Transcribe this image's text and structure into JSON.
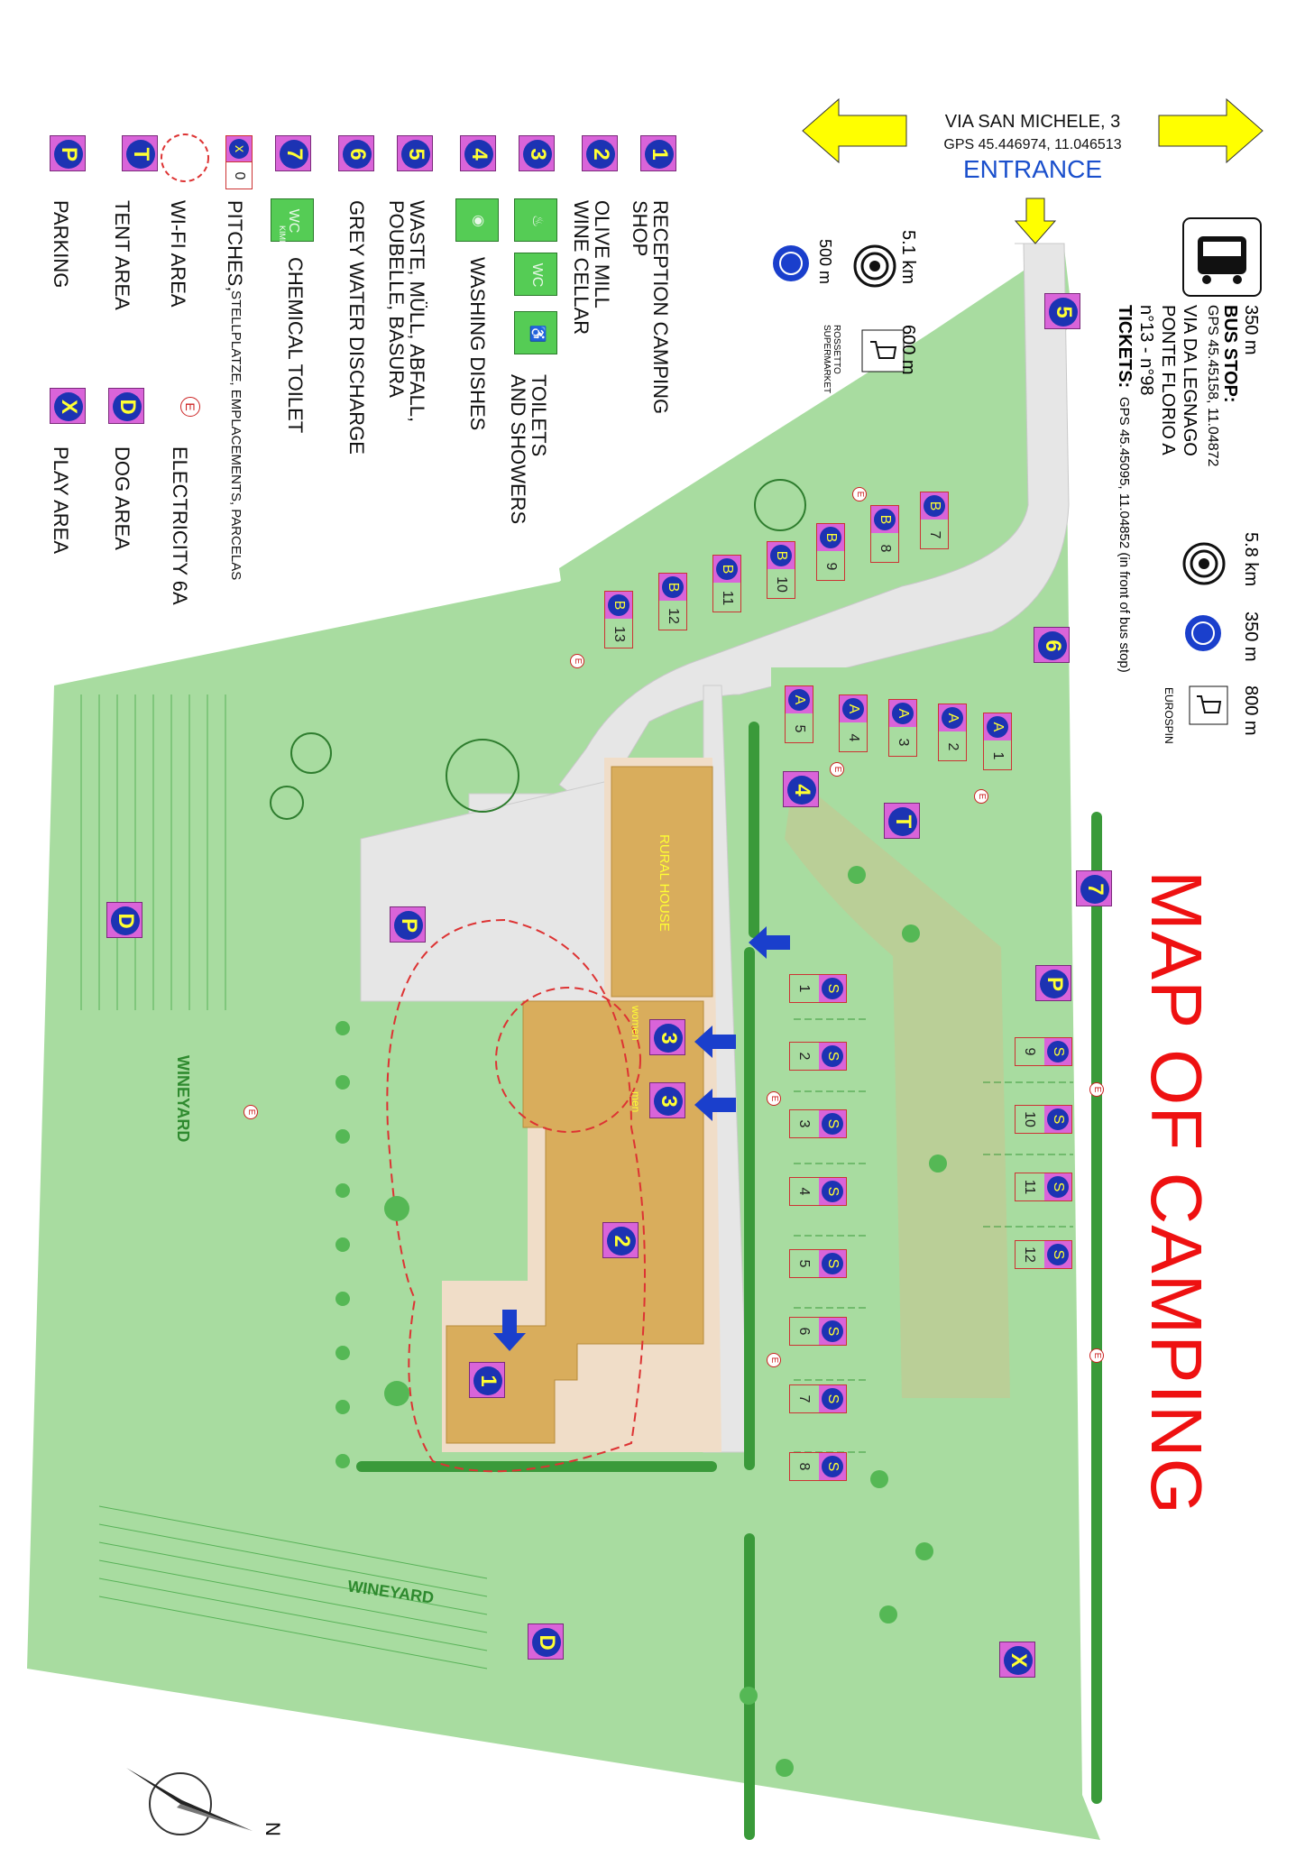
{
  "title": "MAP OF CAMPING",
  "address": {
    "street": "VIA SAN MICHELE, 3",
    "gps": "GPS 45.446974, 11.046513",
    "entrance": "ENTRANCE"
  },
  "bus": {
    "distance": "350 m",
    "stop_label": "BUS STOP:",
    "stop_gps": "GPS 45.45158, 11.04872",
    "stop_street": "VIA DA LEGNAGO",
    "stop_place": "PONTE FLORIO A",
    "lines": "n°13 - n°98",
    "tickets_label": "TICKETS:",
    "tickets_detail": "GPS 45.45095, 11.04852 (in front of bus stop)"
  },
  "distances_left": {
    "city_distance": "5.1 km",
    "bike_distance": "500 m",
    "shop_distance": "600 m",
    "shop_name": "ROSSETTO SUPERMARKET"
  },
  "distances_right": {
    "city_distance": "5.8 km",
    "bike_distance": "350 m",
    "shop_distance": "800 m",
    "shop_name": "EUROSPIN"
  },
  "legend": [
    {
      "symbol": "1",
      "label": "RECEPTION CAMPING",
      "label2": "SHOP"
    },
    {
      "symbol": "2",
      "label": "OLIVE MILL",
      "label2": "WINE CELLAR"
    },
    {
      "symbol": "3",
      "label": "TOILETS",
      "label2": "AND SHOWERS"
    },
    {
      "symbol": "4",
      "label": "WASHING DISHES",
      "label2": ""
    },
    {
      "symbol": "5",
      "label": "WASTE, MÜLL, ABFALL,",
      "label2": "POUBELLE, BASURA"
    },
    {
      "symbol": "6",
      "label": "GREY WATER DISCHARGE",
      "label2": ""
    },
    {
      "symbol": "7",
      "label": "CHEMICAL TOILET",
      "label2": ""
    },
    {
      "symbol": "",
      "label": "PITCHES,",
      "label2": "STELLPLATZE, EMPLACEMENTS, PARCELAS"
    },
    {
      "symbol": "",
      "label": "WI-FI AREA",
      "label2": ""
    },
    {
      "symbol": "T",
      "label": "TENT AREA",
      "label2": ""
    },
    {
      "symbol": "P",
      "label": "PARKING",
      "label2": ""
    }
  ],
  "legend_right": [
    {
      "symbol": "E",
      "label": "ELECTRICITY 6A"
    },
    {
      "symbol": "D",
      "label": "DOG AREA"
    },
    {
      "symbol": "X",
      "label": "PLAY AREA"
    }
  ],
  "legend_extra": {
    "wc": "WC",
    "kimik": "KIMIK",
    "pitch_x": "x",
    "pitch_0": "0"
  },
  "map_labels": {
    "rural_house": "RURAL HOUSE",
    "women": "women",
    "men": "men",
    "vineyard_1": "WINEYARD",
    "vineyard_2": "WINEYARD",
    "north": "N"
  },
  "pitches": {
    "b": [
      "B 7",
      "B 8",
      "B 9",
      "B 10",
      "B 11",
      "B 12",
      "B 13"
    ],
    "a": [
      "A 1",
      "A 2",
      "A 3",
      "A 4",
      "A 5"
    ],
    "s_left": [
      "1",
      "2",
      "3",
      "4",
      "5",
      "6",
      "7",
      "8"
    ],
    "s_right": [
      "9",
      "10",
      "11",
      "12"
    ],
    "s_letter": "S"
  },
  "colors": {
    "grass": "#a8dca0",
    "path": "#e6e6e6",
    "building": "#d9ad5c",
    "badge_bg": "#d964d9",
    "badge_disc": "#1c33b3",
    "badge_text": "#ffff33",
    "title": "#ee1111",
    "arrow_yellow": "#ffff00",
    "arrow_blue": "#1a3fcc"
  }
}
